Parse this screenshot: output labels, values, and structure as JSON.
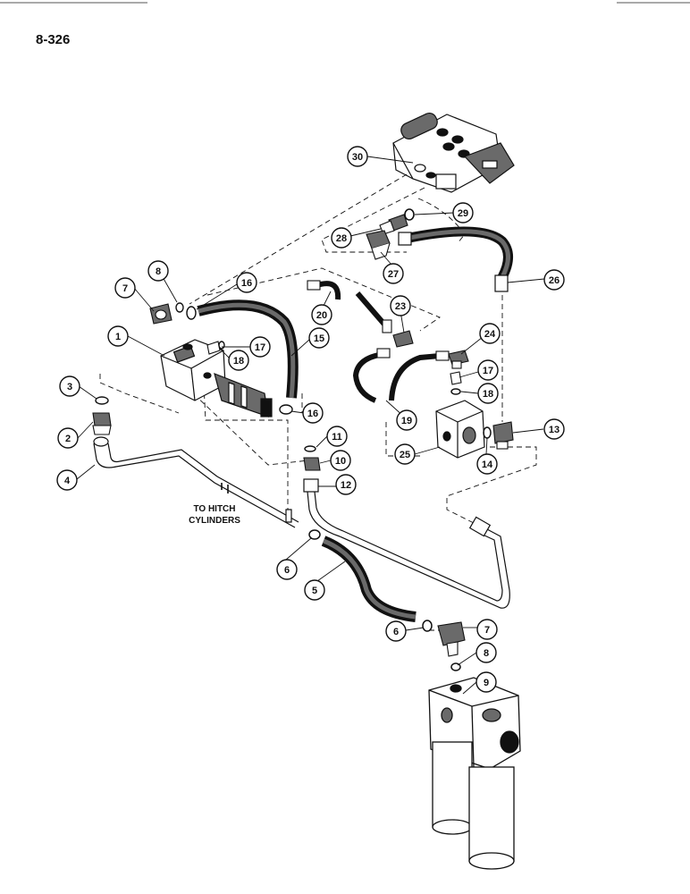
{
  "page_number": "8-326",
  "colors": {
    "ink": "#111111",
    "paper": "#ffffff",
    "shade": "#6a6a6a"
  },
  "note": {
    "line1": "TO HITCH",
    "line2": "CYLINDERS"
  },
  "callouts": [
    {
      "id": "c1",
      "label": "1"
    },
    {
      "id": "c2",
      "label": "2"
    },
    {
      "id": "c3",
      "label": "3"
    },
    {
      "id": "c4",
      "label": "4"
    },
    {
      "id": "c5",
      "label": "5"
    },
    {
      "id": "c6a",
      "label": "6"
    },
    {
      "id": "c6b",
      "label": "6"
    },
    {
      "id": "c7a",
      "label": "7"
    },
    {
      "id": "c7b",
      "label": "7"
    },
    {
      "id": "c8a",
      "label": "8"
    },
    {
      "id": "c8b",
      "label": "8"
    },
    {
      "id": "c9",
      "label": "9"
    },
    {
      "id": "c10",
      "label": "10"
    },
    {
      "id": "c11",
      "label": "11"
    },
    {
      "id": "c12",
      "label": "12"
    },
    {
      "id": "c13",
      "label": "13"
    },
    {
      "id": "c14",
      "label": "14"
    },
    {
      "id": "c15",
      "label": "15"
    },
    {
      "id": "c16a",
      "label": "16"
    },
    {
      "id": "c16b",
      "label": "16"
    },
    {
      "id": "c17a",
      "label": "17"
    },
    {
      "id": "c17b",
      "label": "17"
    },
    {
      "id": "c18a",
      "label": "18"
    },
    {
      "id": "c18b",
      "label": "18"
    },
    {
      "id": "c19",
      "label": "19"
    },
    {
      "id": "c20",
      "label": "20"
    },
    {
      "id": "c23",
      "label": "23"
    },
    {
      "id": "c24",
      "label": "24"
    },
    {
      "id": "c25",
      "label": "25"
    },
    {
      "id": "c26",
      "label": "26"
    },
    {
      "id": "c27",
      "label": "27"
    },
    {
      "id": "c28",
      "label": "28"
    },
    {
      "id": "c29",
      "label": "29"
    },
    {
      "id": "c30",
      "label": "30"
    }
  ]
}
